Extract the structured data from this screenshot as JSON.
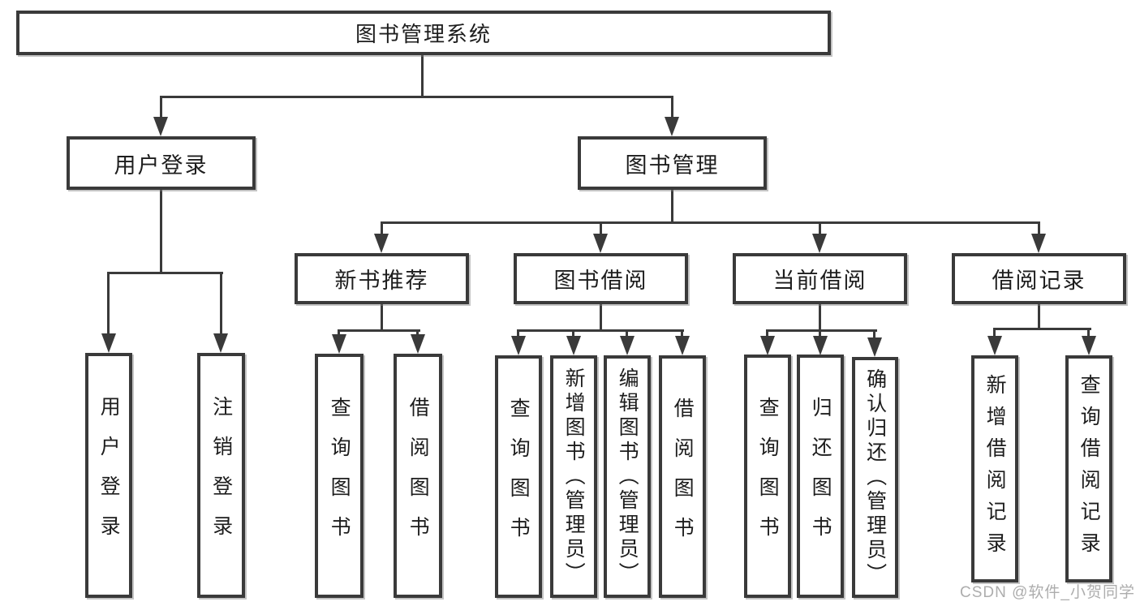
{
  "colors": {
    "line": "#3a3a3a",
    "text": "#1d1d1d",
    "box_fill": "#ffffff",
    "watermark": "#adadad",
    "background": "#ffffff"
  },
  "watermark": {
    "text": "CSDN @软件_小贺同学"
  },
  "tree": {
    "root": {
      "label": "图书管理系统"
    },
    "branches": [
      {
        "label": "用户登录",
        "leaves": [
          "用户登录",
          "注销登录"
        ]
      },
      {
        "label": "图书管理",
        "groups": [
          {
            "label": "新书推荐",
            "leaves": [
              "查询图书",
              "借阅图书"
            ]
          },
          {
            "label": "图书借阅",
            "leaves": [
              "查询图书",
              "新增图书（管理员）",
              "编辑图书（管理员）",
              "借阅图书"
            ]
          },
          {
            "label": "当前借阅",
            "leaves": [
              "查询图书",
              "归还图书",
              "确认归还（管理员）"
            ]
          },
          {
            "label": "借阅记录",
            "leaves": [
              "新增借阅记录",
              "查询借阅记录"
            ]
          }
        ]
      }
    ]
  }
}
